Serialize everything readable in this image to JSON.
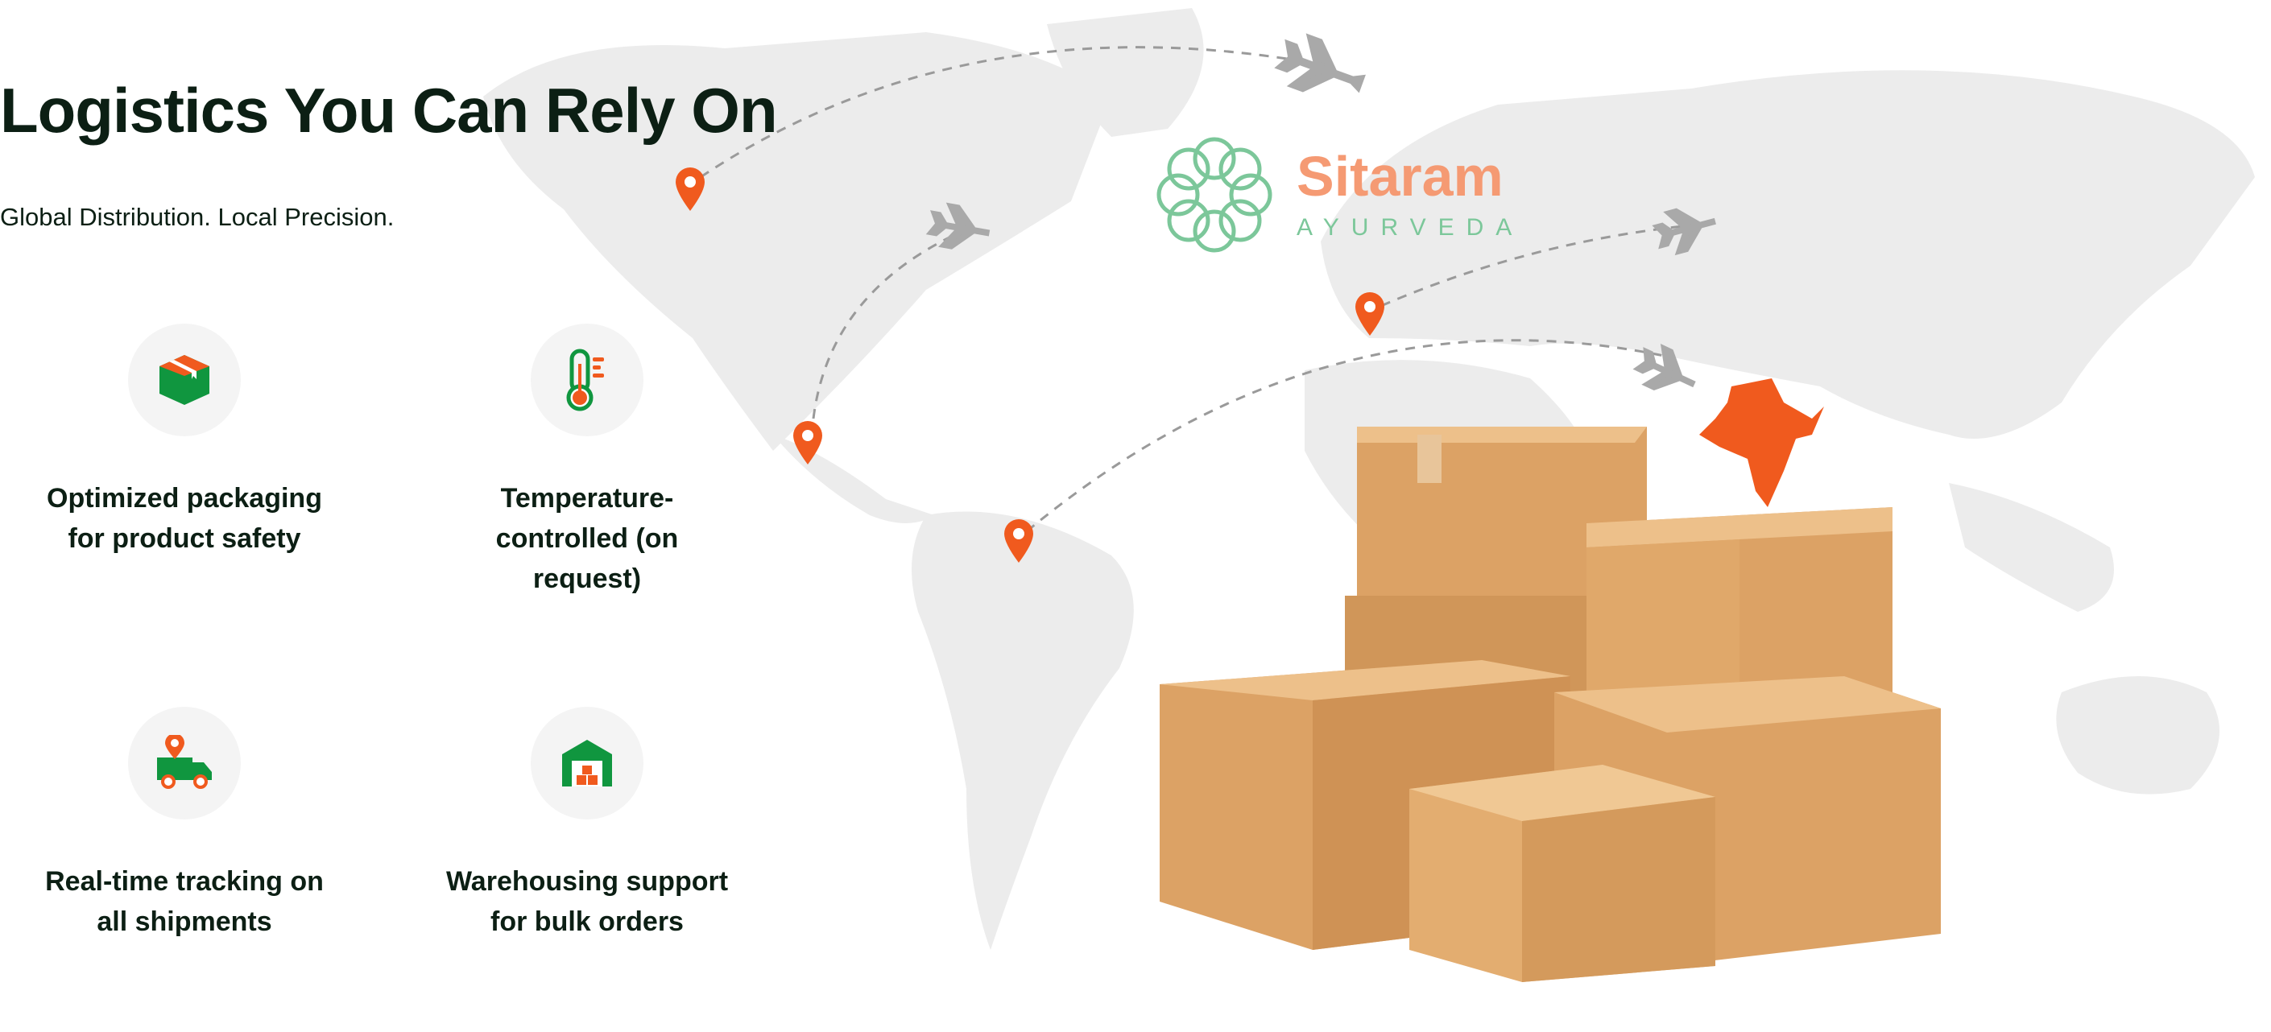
{
  "header": {
    "title": "Logistics You Can Rely On",
    "subtitle": "Global Distribution. Local Precision."
  },
  "features": [
    {
      "label": "Optimized packaging for product safety",
      "icon": "package-box-icon"
    },
    {
      "label": "Temperature-controlled (on request)",
      "icon": "thermometer-icon"
    },
    {
      "label": "Real-time tracking on all shipments",
      "icon": "delivery-truck-location-icon"
    },
    {
      "label": "Warehousing support for bulk orders",
      "icon": "warehouse-icon"
    }
  ],
  "logo": {
    "name": "Sitaram",
    "tagline": "AYURVEDA"
  },
  "colors": {
    "accent": "#f05a1e",
    "green": "#10963f",
    "map": "#ececec",
    "logo_orange": "#f59a73",
    "logo_green": "#7cc79a",
    "box": "#d9a060"
  }
}
